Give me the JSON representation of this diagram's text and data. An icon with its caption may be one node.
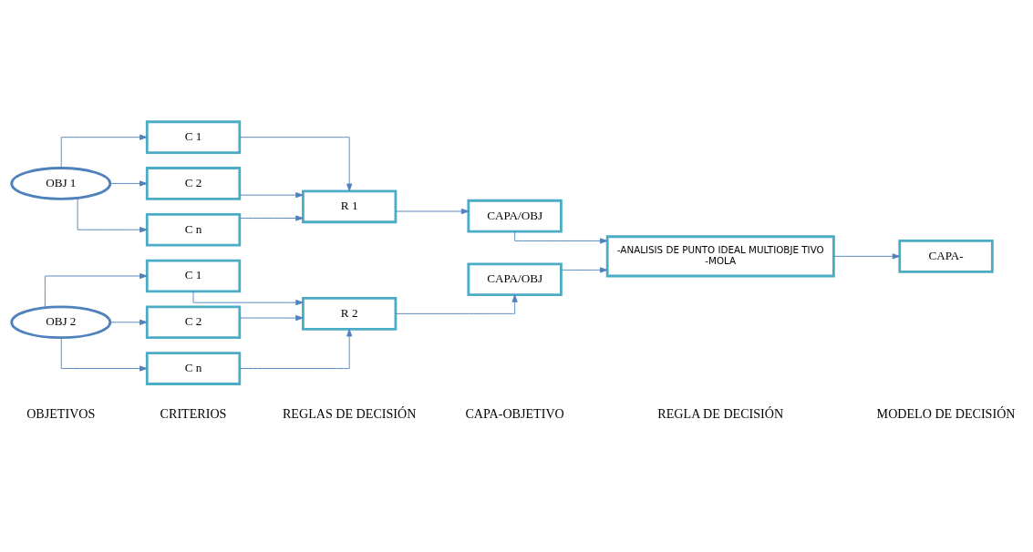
{
  "diagram": {
    "nodes": [
      {
        "text": [
          "OBJ 1"
        ]
      },
      {
        "text": [
          "C 1"
        ]
      },
      {
        "text": [
          "C 2"
        ]
      },
      {
        "text": [
          "C n"
        ]
      },
      {
        "text": [
          "R 1"
        ]
      },
      {
        "text": [
          "CAPA/OBJ"
        ]
      },
      {
        "text": [
          "OBJ 2"
        ]
      },
      {
        "text": [
          "C 1"
        ]
      },
      {
        "text": [
          "C 2"
        ]
      },
      {
        "text": [
          "C n"
        ]
      },
      {
        "text": [
          "R 2"
        ]
      },
      {
        "text": [
          "CAPA/OBJ"
        ]
      },
      {
        "text": [
          "-ANALISIS DE PUNTO IDEAL MULTIOBJE TIVO",
          "-MOLA"
        ]
      },
      {
        "text": [
          "CAPA-"
        ]
      }
    ],
    "edges": [
      {
        "from": 0,
        "to": 1,
        "arrow": "to"
      },
      {
        "from": 0,
        "to": 2,
        "arrow": "to"
      },
      {
        "from": 0,
        "to": 3,
        "arrow": "to"
      },
      {
        "from": 1,
        "to": 4,
        "arrow": "to"
      },
      {
        "from": 2,
        "to": 4,
        "arrow": "to"
      },
      {
        "from": 3,
        "to": 4,
        "arrow": "to"
      },
      {
        "from": 4,
        "to": 5,
        "arrow": "to"
      },
      {
        "from": 5,
        "to": 12,
        "arrow": "to"
      },
      {
        "from": 6,
        "to": 7,
        "arrow": "to"
      },
      {
        "from": 6,
        "to": 8,
        "arrow": "to"
      },
      {
        "from": 6,
        "to": 9,
        "arrow": "to"
      },
      {
        "from": 7,
        "to": 10,
        "arrow": "to"
      },
      {
        "from": 8,
        "to": 10,
        "arrow": "to"
      },
      {
        "from": 9,
        "to": 10,
        "arrow": "to"
      },
      {
        "from": 10,
        "to": 11,
        "arrow": "to"
      },
      {
        "from": 11,
        "to": 12,
        "arrow": "to"
      },
      {
        "from": 12,
        "to": 13,
        "arrow": "to"
      }
    ],
    "labels": [
      "OBJETIVOS",
      "CRITERIOS",
      "REGLAS DE DECISIÓN",
      "CAPA-OBJETIVO",
      "REGLA DE DECISIÓN",
      "MODELO DE DECISIÓN"
    ]
  }
}
